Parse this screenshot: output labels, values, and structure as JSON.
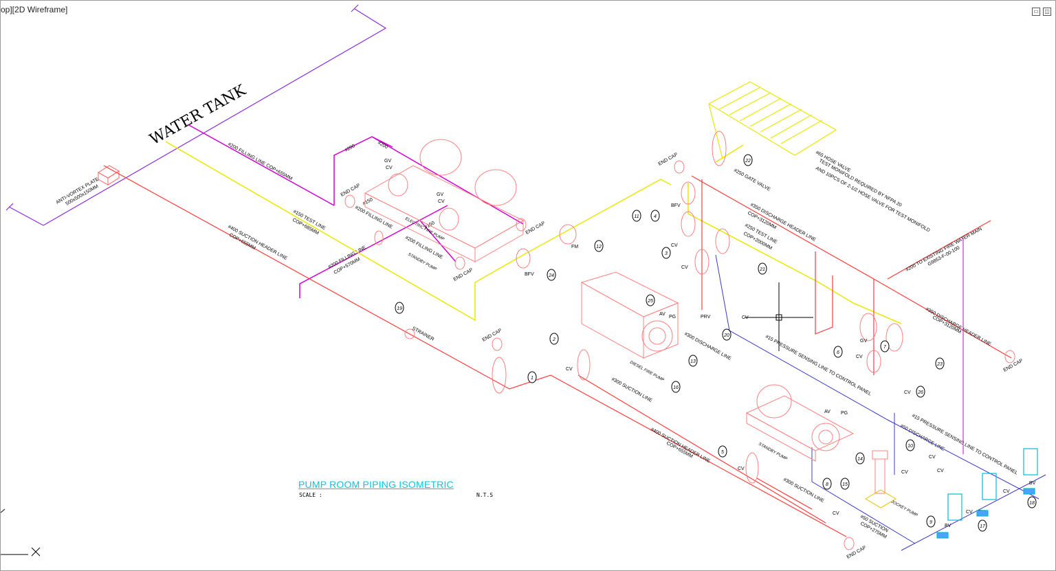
{
  "viewport": {
    "label": "op][2D Wireframe]",
    "minimize_glyph": "▭",
    "restore_glyph": "◫"
  },
  "colors": {
    "background": "#ffffff",
    "purple": "#8a2be2",
    "magenta": "#d000d0",
    "yellow": "#e8e800",
    "red": "#ff3b3b",
    "pink_equip": "#ff8080",
    "blue_line": "#3a3ac8",
    "cyan": "#00bcd4",
    "black": "#000000",
    "title_cyan": "#00c8e6"
  },
  "title_block": {
    "title": "PUMP ROOM PIPING ISOMETRIC",
    "scale_label": "SCALE :",
    "scale_value": "N.T.S"
  },
  "labels": {
    "water_tank": "WATER TANK",
    "anti_vortex": "ANTI-VORTEX PLATE",
    "anti_vortex_size": "500x500x150MM",
    "filling_line_200": "#200 FILLING LINE COP+655MM",
    "test_line_150": "#150 TEST LINE",
    "test_line_150_cop": "COP+685MM",
    "suction_header_400": "#400 SUCTION HEADER LINE",
    "suction_header_400_cop": "COP+655MM",
    "filling_line_200b": "#200 FILLING LINE",
    "filling_line_200c": "#200 FILLING LINE",
    "filling_line_200d": "#200 FILLING LINE",
    "filling_line_cop": "COP+570MM",
    "d200_a": "#200",
    "d200_b": "#200",
    "d150_a": "#150",
    "d150_b": "#150",
    "end_cap": "END CAP",
    "strainer": "STRAINER",
    "gv": "GV",
    "cv": "CV",
    "bfv": "BFV",
    "fm": "FM",
    "av": "AV",
    "pg": "PG",
    "prv": "PRV",
    "bv": "BV",
    "gate_valve_250": "#250 GATE VALVE",
    "hose_valve_65": "#65 HOSE VALVE",
    "test_monifold_note": "TEST MONIFOLD REQUIRED BY NFPA 20",
    "hose_valve_note": "AND 10PCS OF 2-1/2 HOSE VALVE FOR TEST MONIFOLD",
    "discharge_header_350": "#350 DISCHARGE HEADER LINE",
    "discharge_header_350_cop": "COP+3120MM",
    "test_line_250": "#250 TEST LINE",
    "test_line_250_cop": "COP+2000MM",
    "to_fire_main": "#200 TO EXISTING FIRE WATER MAIN",
    "fire_main_ref": "G9853-F-00-100",
    "discharge_line_300": "#300 DISCHARGE LINE",
    "pressure_sensing_15": "#15 PRESSURE SENSING LINE TO CONTROL PANEL",
    "pressure_sensing_15b": "#15 PRESSURE SENSING LINE TO CONTROL PANEL",
    "suction_line_300": "#300 SUCTION LINE",
    "suction_line_300b": "#300 SUCTION LINE",
    "suction_header_400b": "#400 SUCTION HEADER LINE",
    "suction_header_400b_cop": "COP+655MM",
    "discharge_50": "#50 DISCHARGE LINE",
    "suction_50": "#50 SUCTION",
    "suction_50_cop": "COP+275MM",
    "discharge_header_350b": "#350 DISCHARGE HEADER LINE",
    "discharge_header_350b_cop": "COP+3120MM",
    "electric_fire_pump": "ELECTRIC FIRE PUMP",
    "diesel_fire_pump": "DIESEL FIRE PUMP",
    "standby_pump": "STANDBY PUMP",
    "jockey_pump": "JOCKEY PUMP"
  },
  "tags": [
    "1",
    "2",
    "3",
    "4",
    "5",
    "6",
    "7",
    "8",
    "9",
    "10",
    "11",
    "12",
    "13",
    "14",
    "15",
    "16",
    "17",
    "18",
    "19",
    "20",
    "21",
    "22",
    "23",
    "24",
    "25",
    "26"
  ]
}
